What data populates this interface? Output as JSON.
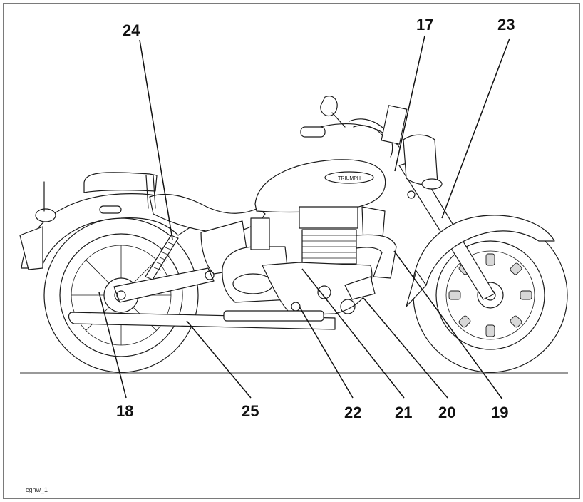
{
  "callouts": [
    {
      "id": "24",
      "label": "24"
    },
    {
      "id": "17",
      "label": "17"
    },
    {
      "id": "23",
      "label": "23"
    },
    {
      "id": "18",
      "label": "18"
    },
    {
      "id": "25",
      "label": "25"
    },
    {
      "id": "22",
      "label": "22"
    },
    {
      "id": "21",
      "label": "21"
    },
    {
      "id": "20",
      "label": "20"
    },
    {
      "id": "19",
      "label": "19"
    }
  ],
  "figure_code": "cghw_1",
  "tank_badge": "TRIUMPH"
}
